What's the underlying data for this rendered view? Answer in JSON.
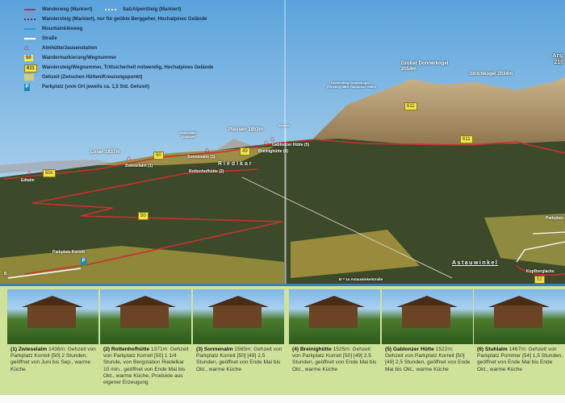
{
  "legend": [
    {
      "label": "Wanderweg (Markiert)",
      "color": "#c0303a",
      "style": "solid"
    },
    {
      "label": "Wandersteig (Markiert), nur für geübte Berggeher, Hochalpines Gelände",
      "color": "#7a2a5a",
      "style": "dotted"
    },
    {
      "label": "Mountainbikeweg",
      "color": "#1aa0d0",
      "style": "solid"
    },
    {
      "label": "Straße",
      "color": "#ffffff",
      "style": "solid"
    },
    {
      "label": "Almhütte/Jausenstation",
      "icon": "hut-icon"
    },
    {
      "label": "Wandermarkierung/Wegnummer",
      "badge": "50"
    },
    {
      "label": "Wandersteig/Wegnummer, Trittsicherheit notwendig, Hochalpines Gelände",
      "badge": "611"
    },
    {
      "label": "Gehzeit (Zwischen Hütten/Kreuzungspunkt)",
      "icon": "time-swatch"
    },
    {
      "label": "Parkplatz (vom Ort jeweils ca. 1,5 Std. Gehzeit)",
      "icon": "parking-icon"
    }
  ],
  "legend_extra": {
    "label": "SalzAlpenSteig (Markiert)",
    "color": "#e0f0a0"
  },
  "peaks": {
    "loser": "Loser 1837m",
    "plassen": "Plassen 1953m",
    "donnerkogel": "Großer Donnerkogel",
    "donnerkogel_h": "2054m",
    "strichkogel": "Strichkogel  2034m",
    "angerstein": "Ang",
    "angerstein_h": "210"
  },
  "places": {
    "zwieselalm_aussicht": "Zwieselalm Aussicht",
    "zwieselalm": "Zwieselalm (1)",
    "rottenhof": "Rottenhofhütte (2)",
    "sonnenalm": "Sonnenalm (3)",
    "breinig": "Breinighütte (4)",
    "gablonzer": "Gablonzer Hütte (5)",
    "edtalm": "Edtalm",
    "riedlkar": "Riedlkar",
    "sender": "Sender",
    "parkplatz_korreit": "Parkplatz Korreit",
    "astauwinkel": "Astauwinkel",
    "kopfberglacke": "Kopfberglacke",
    "parkplatz": "Parkplatz",
    "klettersteig": "Klettersteig Donnerkogel",
    "klettersteig2": "(Einstieg Nähe Gablonzer Hütte)",
    "b_note": "B = zu Astauwinkelstraße",
    "b": "B"
  },
  "badges": {
    "b50c": "50c",
    "b50a": "50",
    "b49": "49",
    "b50b": "50",
    "b611a": "611",
    "b611b": "611",
    "b52": "52"
  },
  "huts": [
    {
      "num": "(1)",
      "name": "Zwieselalm",
      "text": "1436m: Gehzeit von Parkplatz Korreit [50] 2 Stunden, geöffnet von Juni bis Sep., warme Küche"
    },
    {
      "num": "(2)",
      "name": "Rottenhofhütte",
      "text": "1371m: Gehzeit von Parkplatz Korreit [50] 1 1/4 Stunde, von Bergstation Riedelkar 10 min., geöffnet  von Ende Mai bis Okt., warme Küche, Produkte aus eigener Erzeugung"
    },
    {
      "num": "(3)",
      "name": "Sonnenalm",
      "text": "1565m: Gehzeit von Parkplatz Korreit [50] [49] 2,5 Stunden, geöffnet von Ende Mai bis Okt., warme Küche"
    },
    {
      "num": "(4)",
      "name": "Breinighütte",
      "text": "1525m: Gehzeit von Parkplatz Korreit [50] [49] 2,5 Stunden, geöffnet von Ende Mai bis Okt., warme Küche"
    },
    {
      "num": "(5)",
      "name": "Gablonzer Hütte",
      "text": "1522m: Gehzeit von Parkplatz Korreit [50] [49] 2,5 Stunden, geöffnet von Ende Mai bis Okt., warme Küche"
    },
    {
      "num": "(6)",
      "name": "Stuhlalm",
      "text": "1467m: Gehzeit von Parkplatz Pommer [54] 1,5 Stunden, geöffnet von Ende Mai bis Ende Okt., warme Küche"
    }
  ]
}
